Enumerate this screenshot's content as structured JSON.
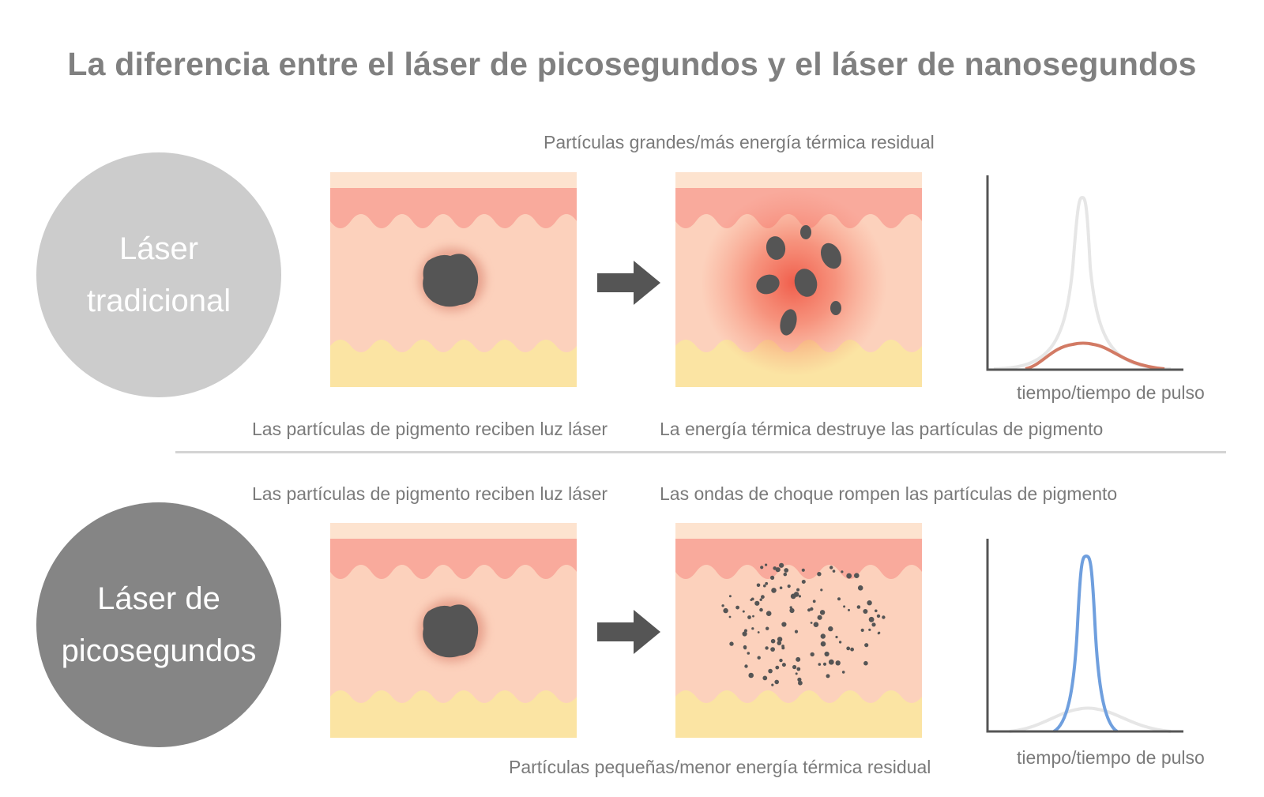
{
  "title": "La diferencia entre el láser de picosegundos y el láser de nanosegundos",
  "colors": {
    "circle_traditional": "#cccccc",
    "circle_pico": "#858585",
    "epidermis_top": "#fde3cf",
    "epidermis_wave": "#f9aa9c",
    "dermis": "#fcd1bc",
    "subcutis": "#fbe4a3",
    "pigment": "#555555",
    "heat_glow": "#ee4a38",
    "arrow": "#555555",
    "pulse_nano": "#d27a64",
    "pulse_pico": "#6f9fde",
    "pulse_ghost": "#e6e6e6",
    "axis": "#555555"
  },
  "top_row": {
    "circle_line1": "Láser",
    "circle_line2": "tradicional",
    "caption_above_result": "Partículas grandes/más energía térmica residual",
    "caption_receive": "Las partículas de pigmento reciben luz láser",
    "caption_result": "La energía térmica destruye las partículas de pigmento",
    "graph_xlabel": "tiempo/tiempo de pulso",
    "icons": {
      "arrow": "right-arrow-icon"
    }
  },
  "bottom_row": {
    "circle_line1": "Láser de",
    "circle_line2": "picosegundos",
    "caption_receive": "Las partículas de pigmento reciben luz láser",
    "caption_result": "Las ondas de choque rompen las partículas de pigmento",
    "caption_below_result": "Partículas pequeñas/menor energía térmica residual",
    "graph_xlabel": "tiempo/tiempo de pulso",
    "icons": {
      "arrow": "right-arrow-icon"
    }
  }
}
